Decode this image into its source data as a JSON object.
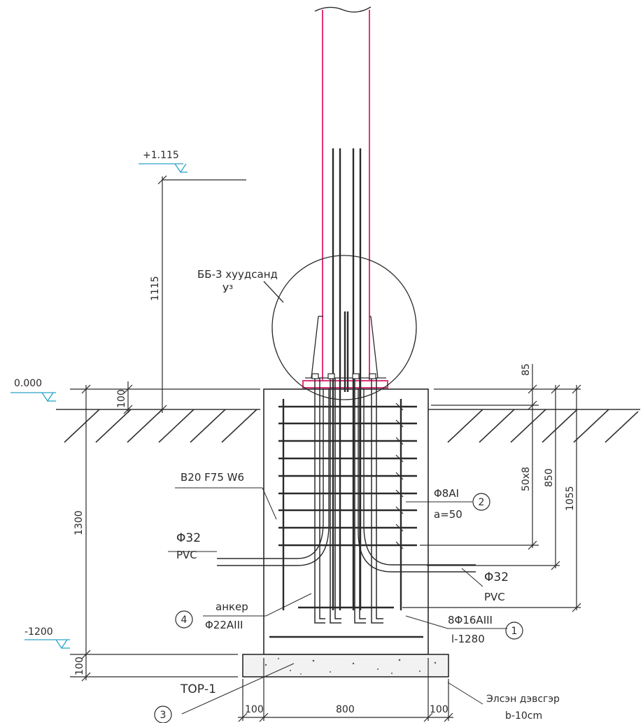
{
  "levels": {
    "top": "+1.115",
    "zero": "0.000",
    "bottom": "-1200"
  },
  "dimensions": {
    "d1115": "1115",
    "d100_zero": "100",
    "d1300": "1300",
    "d100_base": "100",
    "d85": "85",
    "d50x8": "50x8",
    "d850": "850",
    "d1055": "1055",
    "d100_left": "100",
    "d800": "800",
    "d100_right": "100"
  },
  "labels": {
    "detail_title": "ББ-3 хуудсанд",
    "detail_ref": "У³",
    "concrete": "B20 F75 W6",
    "pipe_left_size": "Φ32",
    "pipe_left_mat": "PVC",
    "pipe_right_size": "Φ32",
    "pipe_right_mat": "PVC",
    "stirrup_size": "Φ8AI",
    "stirrup_spacing": "a=50",
    "anchor_name": "анкер",
    "anchor_size": "Φ22AIII",
    "bars_size": "8Φ16AIII",
    "bars_length": "l-1280",
    "base_name": "ТОР-1",
    "sand_name": "Элсэн дэвсгэр",
    "sand_thickness": "b-10cm"
  },
  "markers": {
    "m1": "1",
    "m2": "2",
    "m3": "3",
    "m4": "4"
  },
  "colors": {
    "line": "#2a2a2a",
    "pole": "#e0357a",
    "level_mark": "#2aa3c8",
    "hatch": "#333333"
  }
}
